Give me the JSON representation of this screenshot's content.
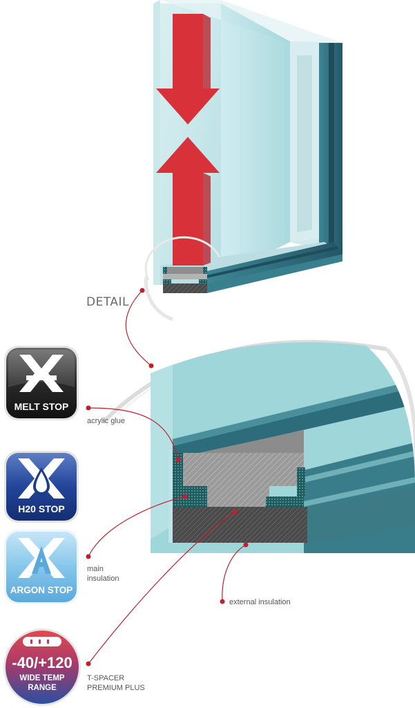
{
  "detail_label": "DETAIL",
  "callouts": {
    "acrylic_glue": "acrylic glue",
    "main_insulation_line1": "main",
    "main_insulation_line2": "insulation",
    "external_insulation": "external insulation",
    "tspacer_line1": "T-SPACER",
    "tspacer_line2": "PREMIUM PLUS"
  },
  "badges": {
    "melt_stop": "MELT STOP",
    "h2o_stop": "H20 STOP",
    "argon_stop": "ARGON STOP",
    "temp_range_value": "-40/+120",
    "temp_range_line1": "WIDE TEMP",
    "temp_range_line2": "RANGE"
  },
  "colors": {
    "arrow_red": "#d9313a",
    "callout_dot": "#c21f2b",
    "glass": "#bfe3e6",
    "frame_teal": "#2f6b7c",
    "melt_badge": "#1f1f1f",
    "h2o_badge": "#1d3d8a",
    "argon_badge": "#7fc3e8",
    "temp_badge_top": "#d63a40",
    "temp_badge_bottom": "#2c4fa0"
  }
}
